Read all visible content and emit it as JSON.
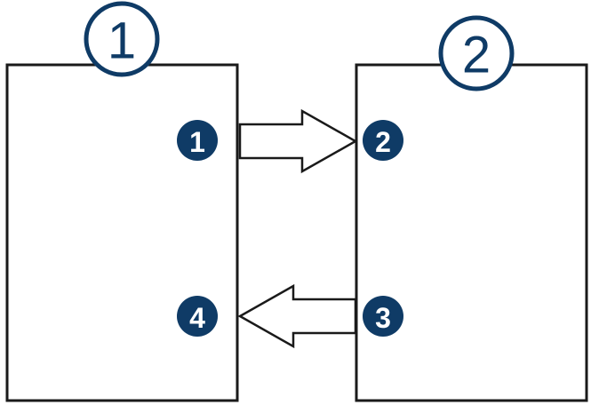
{
  "colors": {
    "badge": "#0f3b66",
    "marker_fill": "#0f3b66",
    "outline": "#1a1a1a"
  },
  "panels": [
    {
      "label": "1"
    },
    {
      "label": "2"
    }
  ],
  "markers": [
    {
      "label": "1"
    },
    {
      "label": "2"
    },
    {
      "label": "3"
    },
    {
      "label": "4"
    }
  ],
  "arrows": [
    {
      "from_marker": "1",
      "to_marker": "2",
      "direction": "right"
    },
    {
      "from_marker": "3",
      "to_marker": "4",
      "direction": "left"
    }
  ]
}
